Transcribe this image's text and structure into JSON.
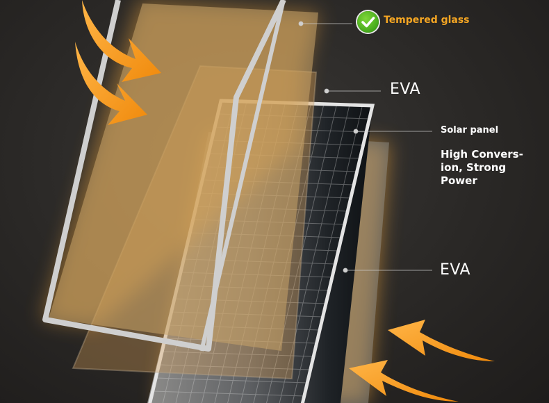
{
  "labels": {
    "tempered_glass": "Tempered glass",
    "eva_top": "EVA",
    "solar_panel": "Solar panel",
    "description_lines": [
      "High Convers-",
      "ion, Strong",
      "Power"
    ],
    "eva_bottom": "EVA"
  },
  "icons": {
    "check": "check-circle-icon",
    "arrow": "curved-arrow-icon"
  },
  "colors": {
    "accent_orange": "#f5a623",
    "glass_tint": "#c9a46a",
    "check_green": "#4caf1f",
    "label_white": "#ffffff",
    "background": "#2a2826"
  }
}
